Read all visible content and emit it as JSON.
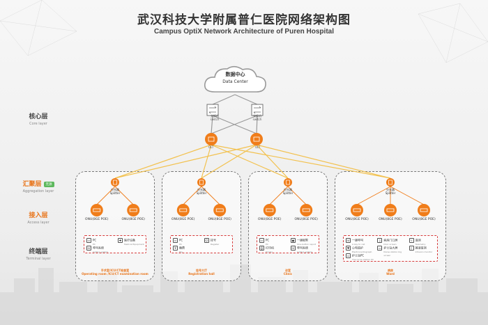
{
  "title_cn": "武汉科技大学附属普仁医院网络架构图",
  "title_en": "Campus OptiX Network Architecture of Puren Hospital",
  "layers": [
    {
      "cn": "核心层",
      "en": "Core layer",
      "highlight": false
    },
    {
      "cn": "汇聚层",
      "en": "Aggregation layer",
      "highlight": true,
      "badge": "无源"
    },
    {
      "cn": "接入层",
      "en": "Access layer",
      "highlight": true
    },
    {
      "cn": "终端层",
      "en": "Terminal layer",
      "highlight": false
    }
  ],
  "data_center": {
    "cn": "数据中心",
    "en": "Data Center"
  },
  "switches": [
    {
      "cn": "交换机",
      "en": "switch"
    },
    {
      "cn": "交换机",
      "en": "switch"
    }
  ],
  "olts": [
    "OLT",
    "OLT"
  ],
  "splitter": {
    "cn": "分光器",
    "en": "Splitter"
  },
  "onu_label": "ONU(8GE POE)",
  "zones": [
    {
      "name_cn": "手术室/ICU/CT检查室",
      "name_en": "Operating room /ICU/CT examination room",
      "onus": 2,
      "terminals": [
        {
          "icon": "pc-icon",
          "glyph": "▭",
          "cn": "PC",
          "en": "PC"
        },
        {
          "icon": "medical-equipment-icon",
          "glyph": "✚",
          "cn": "医疗设备",
          "en": "Medical Equipment"
        },
        {
          "icon": "calling-system-icon",
          "glyph": "☏",
          "cn": "呼叫系统",
          "en": "Calling system"
        }
      ]
    },
    {
      "name_cn": "挂号大厅",
      "name_en": "Registration hall",
      "onus": 2,
      "terminals": [
        {
          "icon": "pc-icon",
          "glyph": "▭",
          "cn": "PC",
          "en": "PC"
        },
        {
          "icon": "register-icon",
          "glyph": "☺",
          "cn": "挂号",
          "en": "Register"
        },
        {
          "icon": "pay-icon",
          "glyph": "¥",
          "cn": "缴费",
          "en": "Pay"
        }
      ]
    },
    {
      "name_cn": "诊室",
      "name_en": "Clinic",
      "onus": 2,
      "terminals": [
        {
          "icon": "pc-icon",
          "glyph": "▭",
          "cn": "PC",
          "en": "PC"
        },
        {
          "icon": "one-button-report-icon",
          "glyph": "●",
          "cn": "一键报警",
          "en": "One-button report"
        },
        {
          "icon": "printer-icon",
          "glyph": "⎙",
          "cn": "打印机",
          "en": "Printer"
        },
        {
          "icon": "calling-system-icon",
          "glyph": "☏",
          "cn": "呼叫系统",
          "en": "Calling system"
        }
      ]
    },
    {
      "name_cn": "病房",
      "name_en": "Ward",
      "onus": 3,
      "terminals": [
        {
          "icon": "phone-icon",
          "glyph": "☏",
          "cn": "一键呼叫",
          "en": "A key to call"
        },
        {
          "icon": "door-screen-icon",
          "glyph": "▯",
          "cn": "病房门口屏",
          "en": "Door screen"
        },
        {
          "icon": "telemetry-icon",
          "glyph": "∿",
          "cn": "遥测",
          "en": "Telemetry"
        },
        {
          "icon": "ecg-icon",
          "glyph": "♥",
          "cn": "心电监护",
          "en": "Electrocardiograph"
        },
        {
          "icon": "nurse-screen-icon",
          "glyph": "▭",
          "cn": "护士站大屏",
          "en": "Nurse station big screen"
        },
        {
          "icon": "infusion-icon",
          "glyph": "◊",
          "cn": "输液监测",
          "en": "Infusion monitor"
        },
        {
          "icon": "pc-icon",
          "glyph": "▭",
          "cn": "护士站PC",
          "en": "The nurse station PC"
        }
      ]
    }
  ],
  "colors": {
    "orange": "#f07d1a",
    "yellow_line": "#f2c14e",
    "core_line": "#999999",
    "terminal_box": "#d63b3b"
  }
}
